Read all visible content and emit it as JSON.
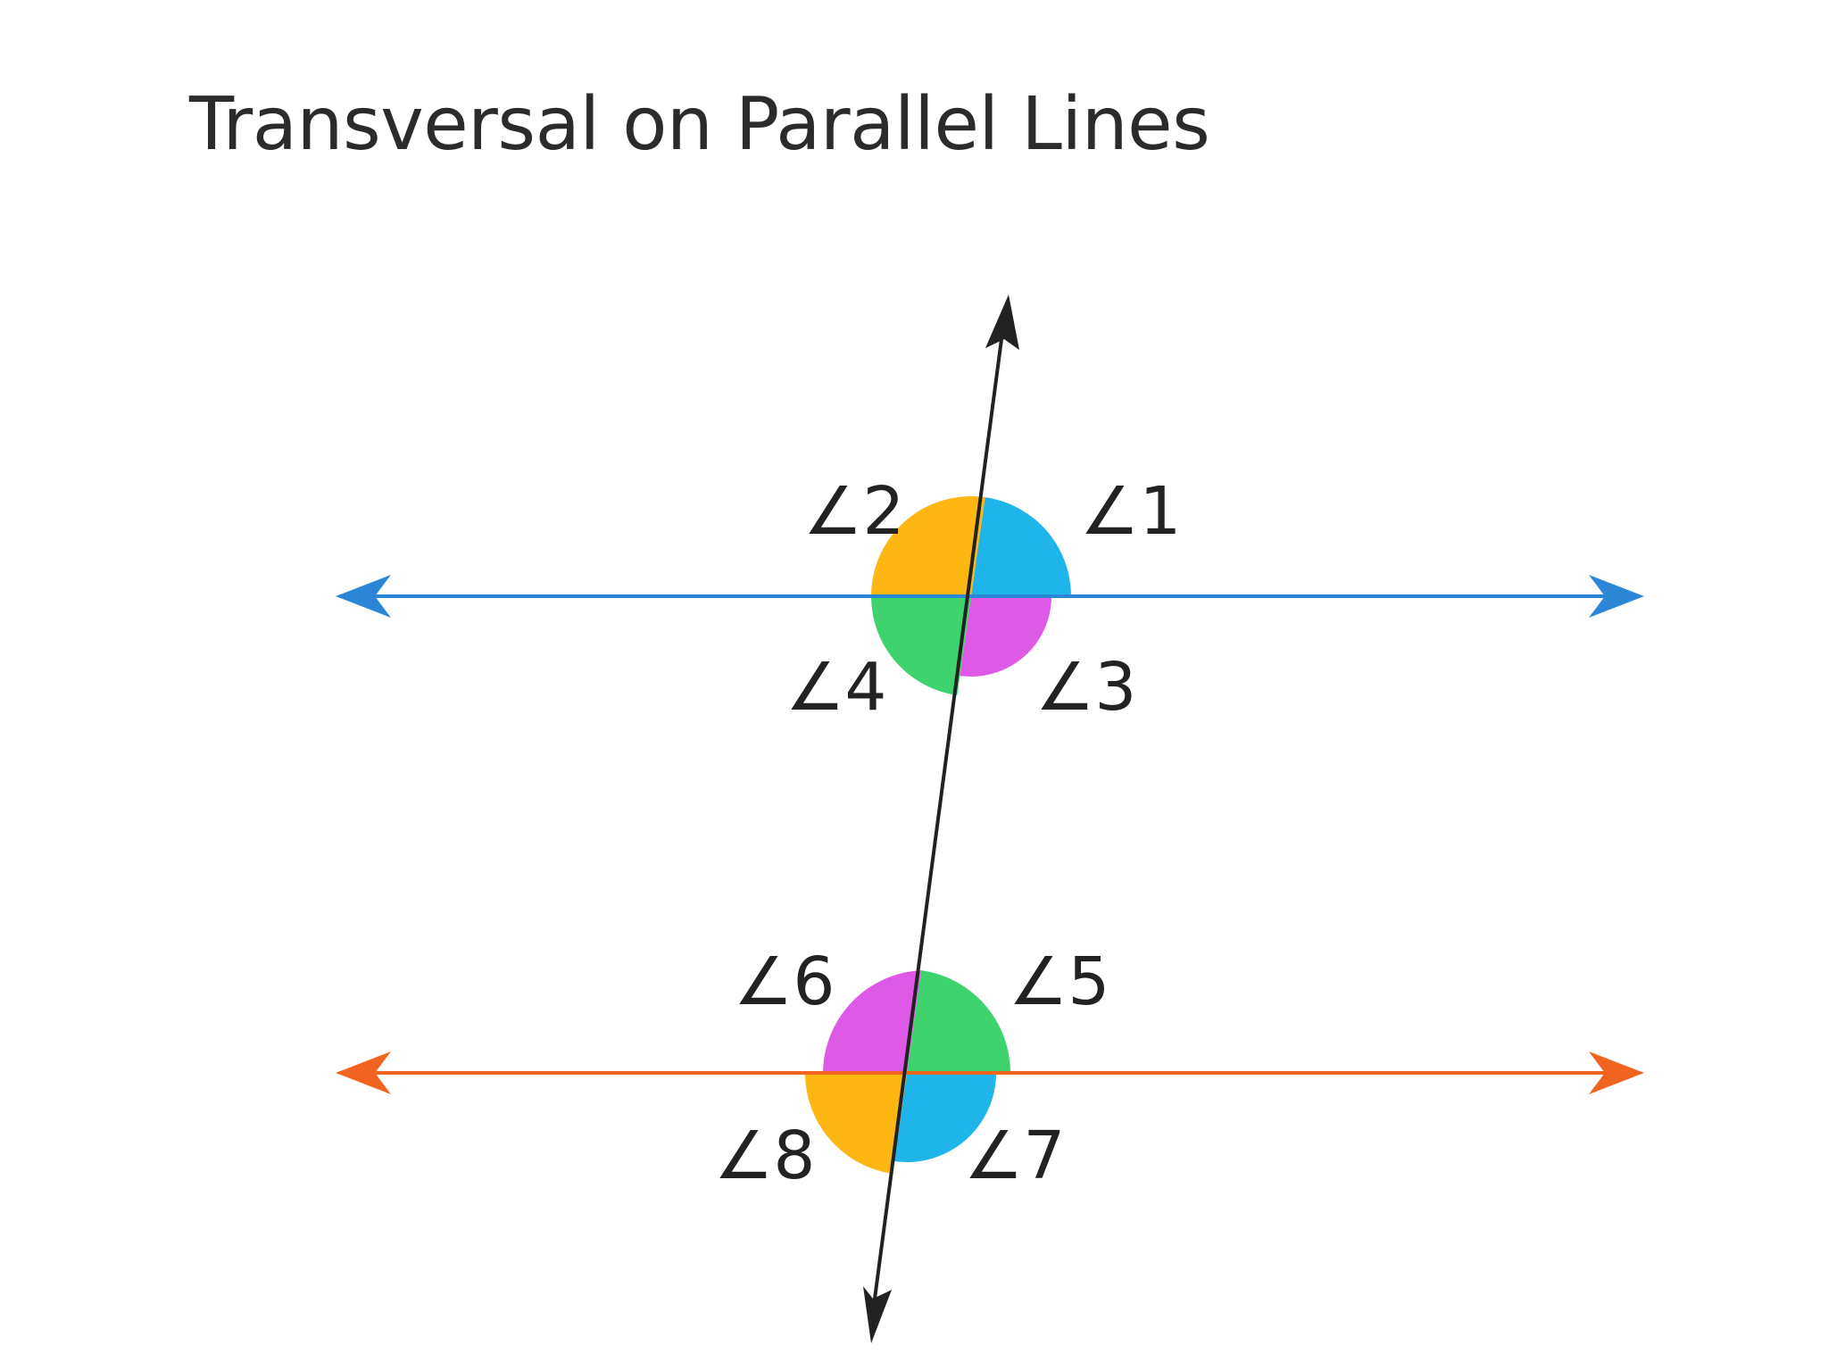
{
  "title": "Transversal on Parallel Lines",
  "colors": {
    "top_line": "#2b86d8",
    "bottom_line": "#f0641f",
    "transversal": "#222222",
    "yellow": "#fdb612",
    "cyan": "#20b5ea",
    "green": "#3fd36d",
    "magenta": "#de5ae6"
  },
  "angles": [
    {
      "label": "∠1",
      "color": "cyan"
    },
    {
      "label": "∠2",
      "color": "yellow"
    },
    {
      "label": "∠3",
      "color": "magenta"
    },
    {
      "label": "∠4",
      "color": "green"
    },
    {
      "label": "∠5",
      "color": "green"
    },
    {
      "label": "∠6",
      "color": "magenta"
    },
    {
      "label": "∠7",
      "color": "cyan"
    },
    {
      "label": "∠8",
      "color": "yellow"
    }
  ]
}
